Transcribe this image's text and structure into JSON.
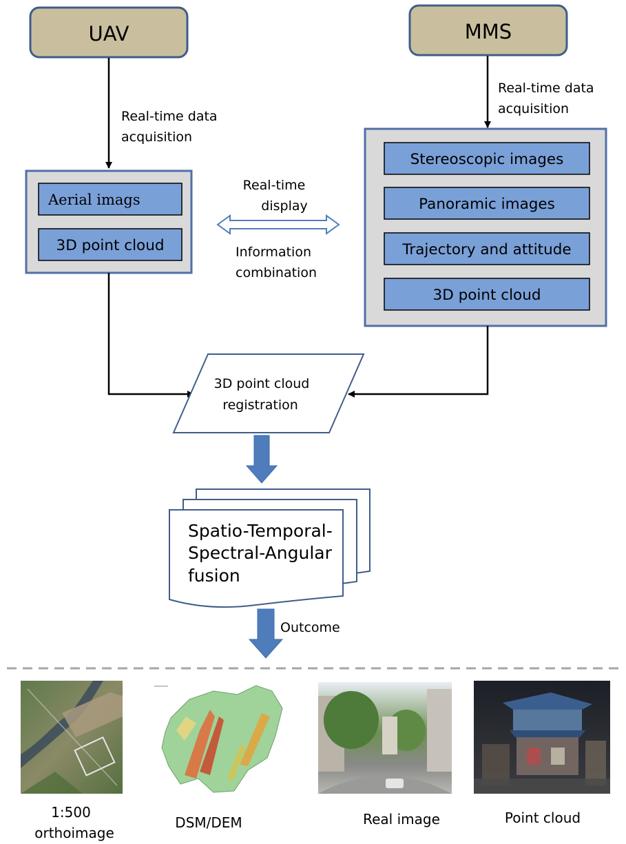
{
  "top_boxes": {
    "uav": "UAV",
    "mms": "MMS"
  },
  "uav_acquisition": [
    "Real-time data",
    "acquisition"
  ],
  "mms_acquisition": [
    "Real-time data",
    "acquisition"
  ],
  "uav_group": [
    "Aerial imags",
    "3D point cloud"
  ],
  "mms_group": [
    "Stereoscopic images",
    "Panoramic images",
    "Trajectory and attitude",
    "3D point cloud"
  ],
  "exchange": {
    "top": [
      "Real-time",
      "display"
    ],
    "bottom": [
      "Information",
      "combination"
    ]
  },
  "registration": [
    "3D point cloud",
    "registration"
  ],
  "fusion": [
    "Spatio-Temporal-",
    "Spectral-Angular",
    "fusion"
  ],
  "outcome_label": "Outcome",
  "outputs": [
    {
      "caption": [
        "1:500",
        "orthoimage"
      ],
      "thumb": "orthoimage-thumbnail"
    },
    {
      "caption": [
        "DSM/DEM"
      ],
      "thumb": "dsm-dem-map-thumbnail"
    },
    {
      "caption": [
        "Real image"
      ],
      "thumb": "street-photo-thumbnail"
    },
    {
      "caption": [
        "Point cloud"
      ],
      "thumb": "point-cloud-render-thumbnail"
    }
  ],
  "colors": {
    "top_box_fill": "#c9bf9e",
    "top_box_stroke": "#3f5d8a",
    "group_fill": "#d9d9d9",
    "group_stroke": "#4f6fa8",
    "inner_fill": "#7aa0d8",
    "block_arrow": "#4f7dbc"
  }
}
